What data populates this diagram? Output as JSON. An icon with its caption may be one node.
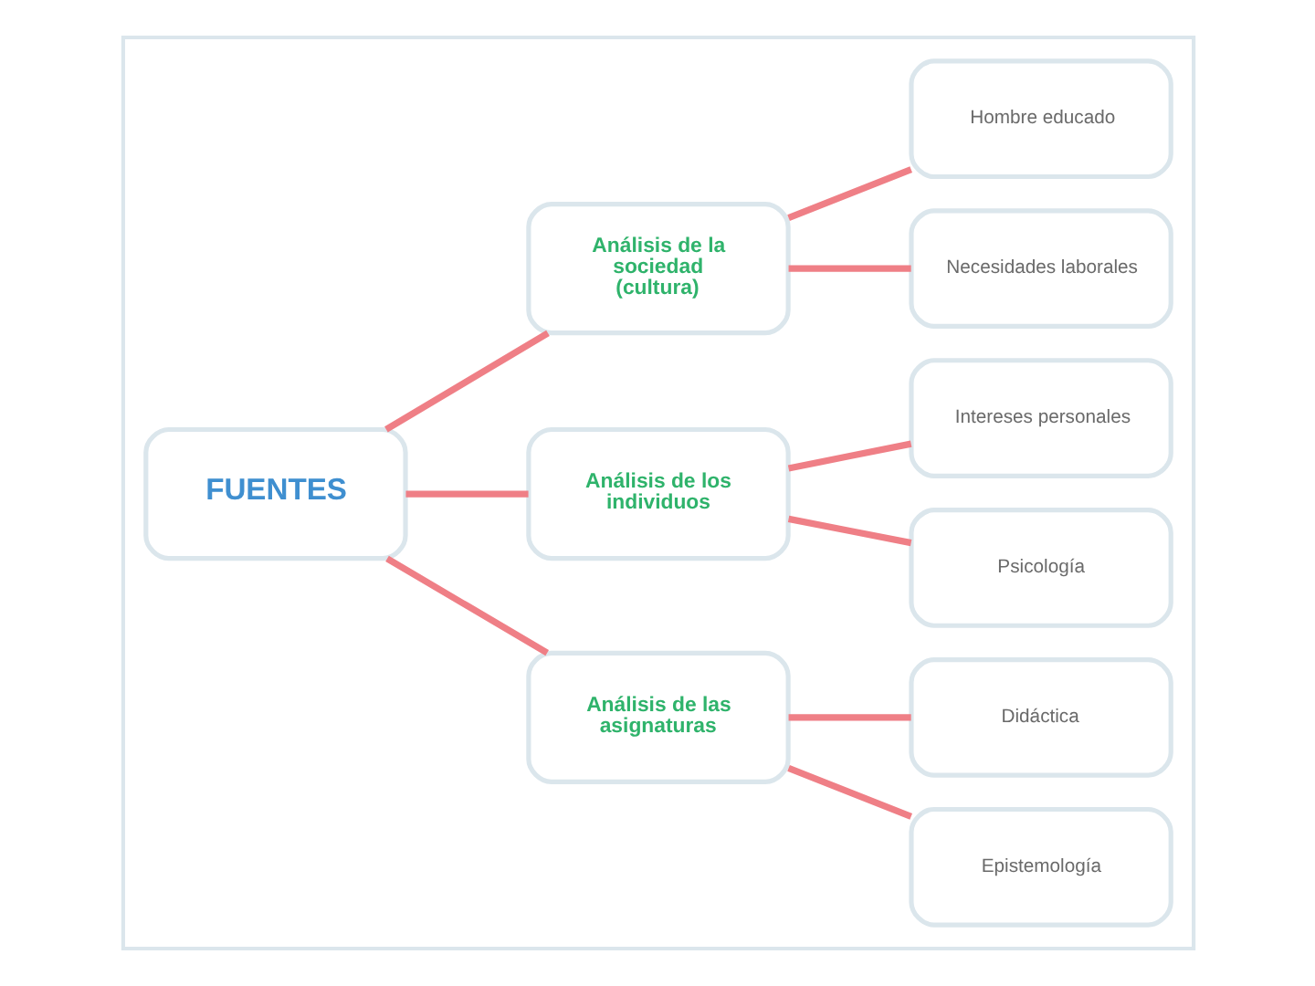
{
  "diagram": {
    "nodes": [
      {
        "text": [],
        "shape": "box"
      },
      {
        "text": [
          "FUENTES"
        ],
        "in": 0
      },
      {
        "text": [
          "Análisis de la sociedad (cultura)"
        ],
        "in": 0
      },
      {
        "text": [
          "Hombre educado"
        ],
        "in": 0
      },
      {
        "text": [
          "Necesidades laborales"
        ],
        "in": 0
      },
      {
        "text": [
          "Análisis de los individuos"
        ],
        "in": 0
      },
      {
        "text": [
          "Intereses personales"
        ],
        "in": 0
      },
      {
        "text": [
          "Psicología"
        ],
        "in": 0
      },
      {
        "text": [
          "Análisis de las asignaturas"
        ],
        "in": 0
      },
      {
        "text": [
          "Didáctica"
        ],
        "in": 0
      },
      {
        "text": [
          "Epistemología"
        ],
        "in": 0
      }
    ],
    "edges": [
      {
        "from": 1,
        "to": 2,
        "arrow": "none"
      },
      {
        "from": 1,
        "to": 5,
        "arrow": "none"
      },
      {
        "from": 1,
        "to": 8,
        "arrow": "none"
      },
      {
        "from": 2,
        "to": 3,
        "arrow": "none"
      },
      {
        "from": 2,
        "to": 4,
        "arrow": "none"
      },
      {
        "from": 5,
        "to": 6,
        "arrow": "none"
      },
      {
        "from": 5,
        "to": 7,
        "arrow": "none"
      },
      {
        "from": 8,
        "to": 9,
        "arrow": "none"
      },
      {
        "from": 8,
        "to": 10,
        "arrow": "none"
      }
    ]
  }
}
